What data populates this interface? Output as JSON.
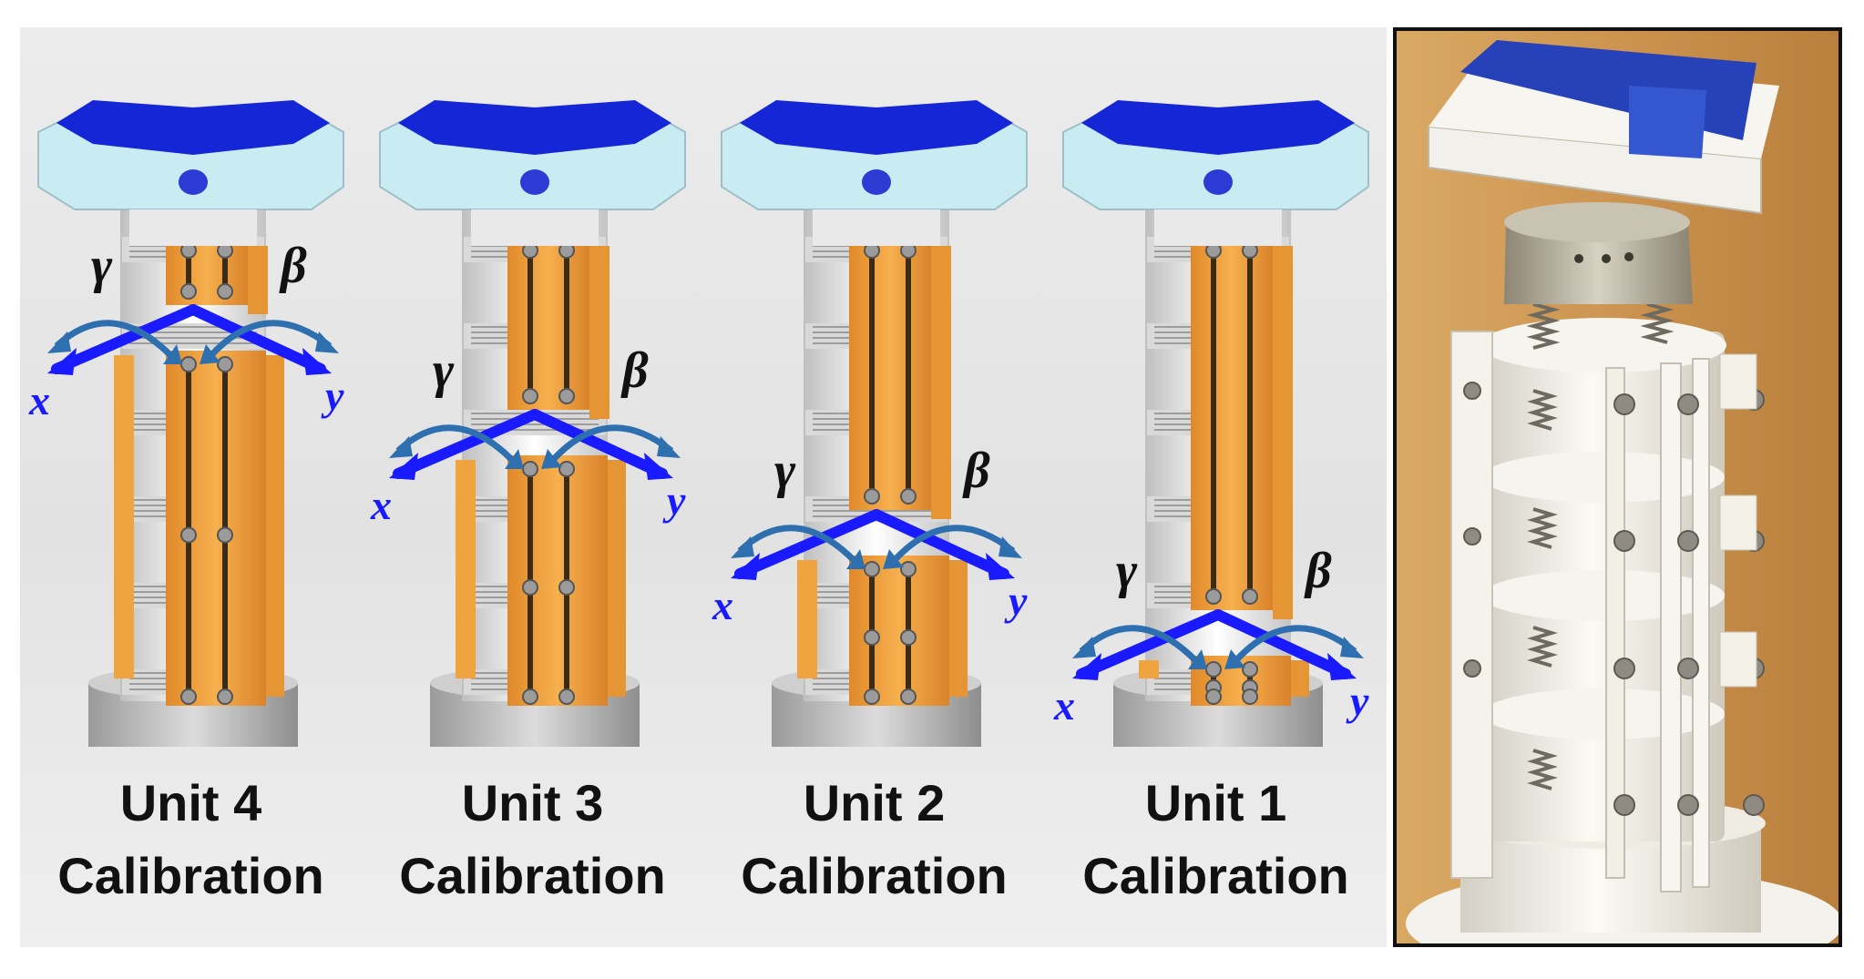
{
  "panels": [
    {
      "unit_line": "Unit 4",
      "calib_line": "Calibration",
      "gamma": "γ",
      "beta": "β",
      "x": "x",
      "y": "y"
    },
    {
      "unit_line": "Unit 3",
      "calib_line": "Calibration",
      "gamma": "γ",
      "beta": "β",
      "x": "x",
      "y": "y"
    },
    {
      "unit_line": "Unit 2",
      "calib_line": "Calibration",
      "gamma": "γ",
      "beta": "β",
      "x": "x",
      "y": "y"
    },
    {
      "unit_line": "Unit 1",
      "calib_line": "Calibration",
      "gamma": "γ",
      "beta": "β",
      "x": "x",
      "y": "y"
    }
  ],
  "colors": {
    "axis_blue": "#1a1aff",
    "rotation_arrow": "#2e6fb0",
    "frame_orange": "#f2a33a",
    "imu_blue": "#1526d6",
    "housing_light": "#c9ecf3",
    "photo_bg": "#c98e46"
  }
}
